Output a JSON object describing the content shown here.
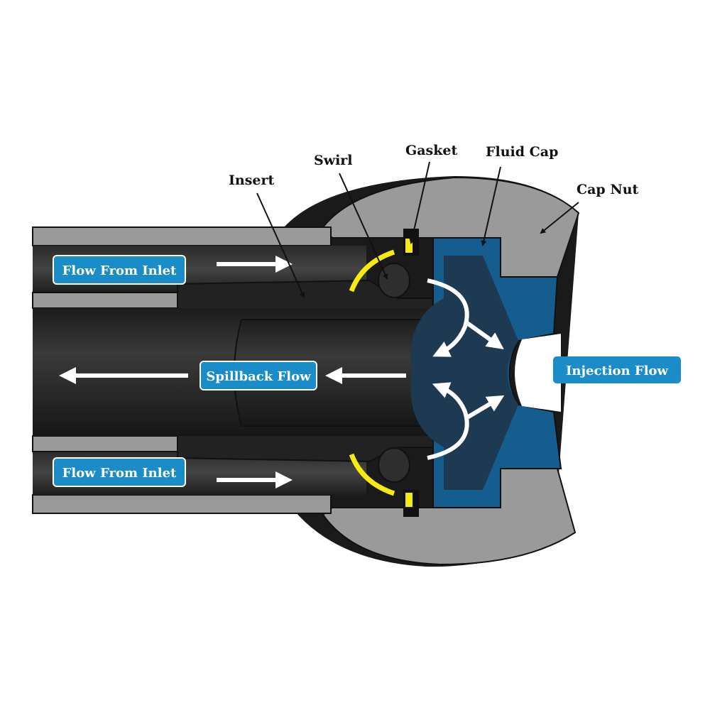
{
  "title": "Spill-return pressure swirl nozzle cross-section",
  "parts": {
    "insert": "Insert",
    "swirl": "Swirl",
    "gasket": "Gasket",
    "fluid_cap": "Fluid Cap",
    "cap_nut": "Cap Nut"
  },
  "flows": {
    "inlet_top": "Flow From Inlet",
    "inlet_bottom": "Flow From Inlet",
    "spillback": "Spillback Flow",
    "injection": "Injection Flow"
  },
  "colors": {
    "tag_fill": "#1a8cc8",
    "fluid_cap": "#155d8e",
    "metal": "#9a9a9a",
    "dark": "#262626",
    "gasket": "#f5ea12"
  }
}
